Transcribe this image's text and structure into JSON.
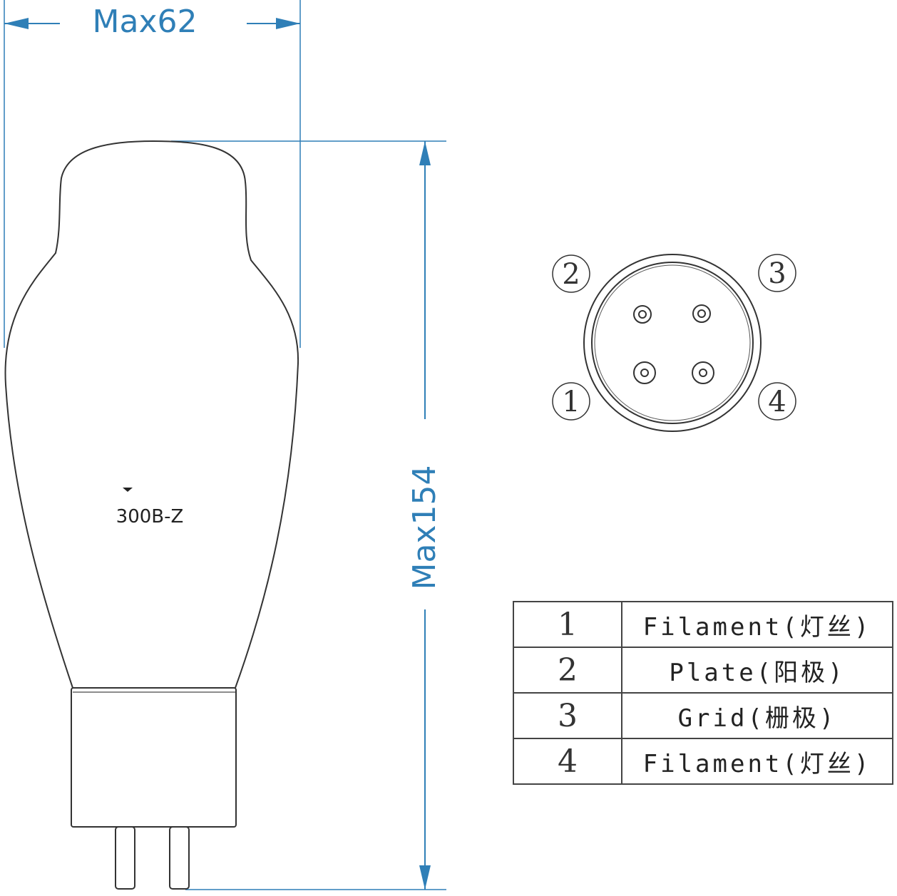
{
  "dimensions": {
    "width_label": "Max62",
    "height_label": "Max154"
  },
  "tube": {
    "model_label": "300B-Z"
  },
  "socket": {
    "pin_labels": [
      "1",
      "2",
      "3",
      "4"
    ]
  },
  "pin_table": {
    "rows": [
      {
        "pin": "1",
        "function": "Filament(灯丝)"
      },
      {
        "pin": "2",
        "function": "Plate(阳极)"
      },
      {
        "pin": "3",
        "function": "Grid(栅极)"
      },
      {
        "pin": "4",
        "function": "Filament(灯丝)"
      }
    ]
  },
  "colors": {
    "dimension": "#2f7fb7",
    "outline": "#333333"
  }
}
